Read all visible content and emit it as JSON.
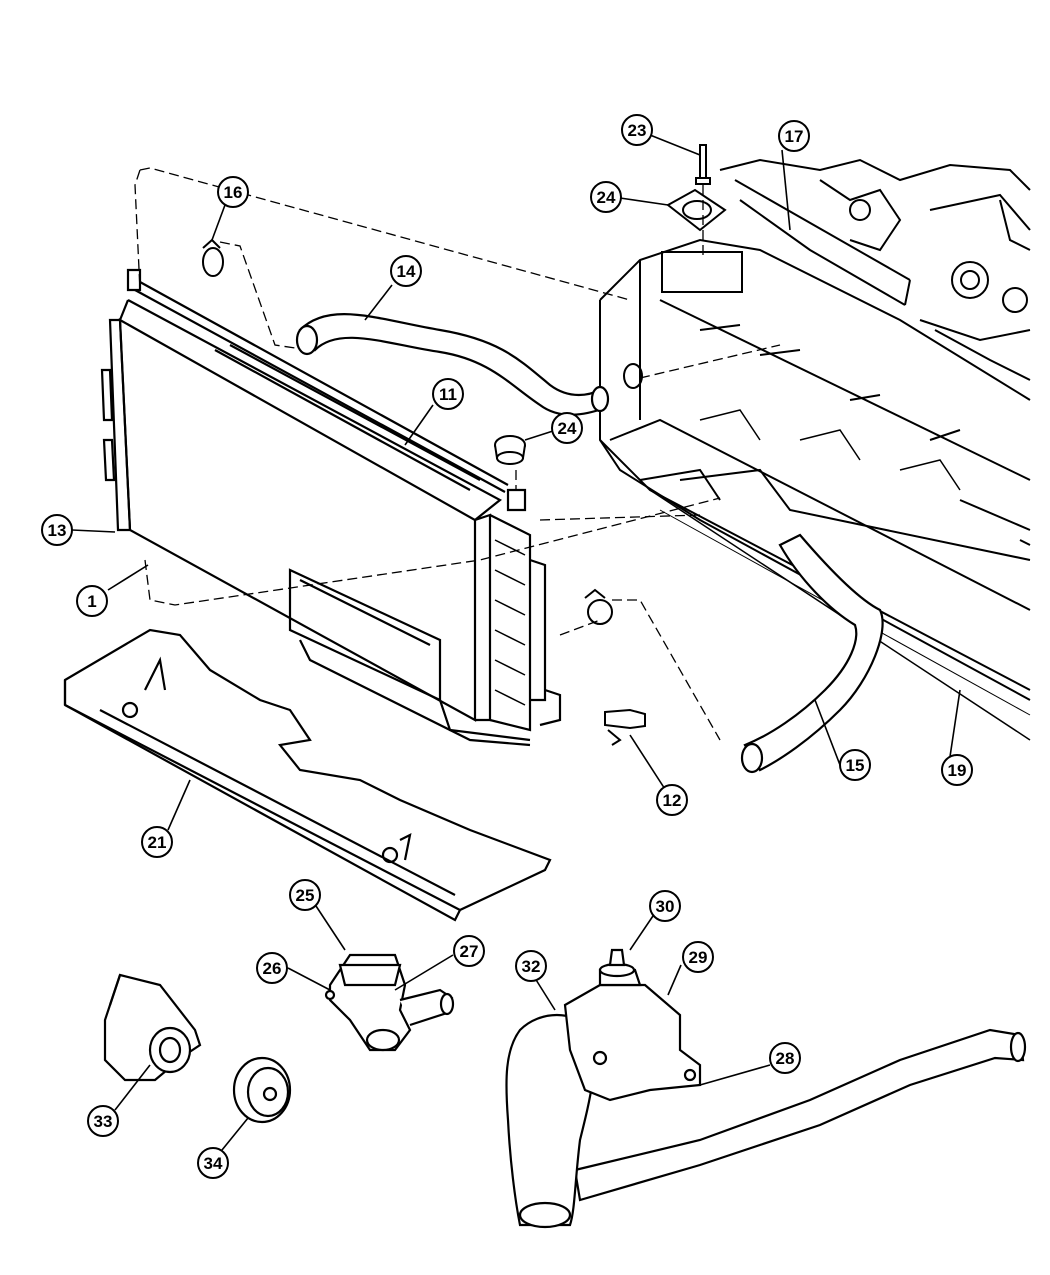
{
  "diagram": {
    "callouts": [
      {
        "id": "c1",
        "label": "1"
      },
      {
        "id": "c11",
        "label": "11"
      },
      {
        "id": "c12",
        "label": "12"
      },
      {
        "id": "c13",
        "label": "13"
      },
      {
        "id": "c14",
        "label": "14"
      },
      {
        "id": "c15",
        "label": "15"
      },
      {
        "id": "c16",
        "label": "16"
      },
      {
        "id": "c17",
        "label": "17"
      },
      {
        "id": "c19",
        "label": "19"
      },
      {
        "id": "c21",
        "label": "21"
      },
      {
        "id": "c23",
        "label": "23"
      },
      {
        "id": "c24a",
        "label": "24"
      },
      {
        "id": "c24b",
        "label": "24"
      },
      {
        "id": "c25",
        "label": "25"
      },
      {
        "id": "c26",
        "label": "26"
      },
      {
        "id": "c27",
        "label": "27"
      },
      {
        "id": "c28",
        "label": "28"
      },
      {
        "id": "c29",
        "label": "29"
      },
      {
        "id": "c30",
        "label": "30"
      },
      {
        "id": "c32",
        "label": "32"
      },
      {
        "id": "c33",
        "label": "33"
      },
      {
        "id": "c34",
        "label": "34"
      }
    ],
    "colors": {
      "ink": "#000000",
      "paper": "#ffffff"
    }
  }
}
